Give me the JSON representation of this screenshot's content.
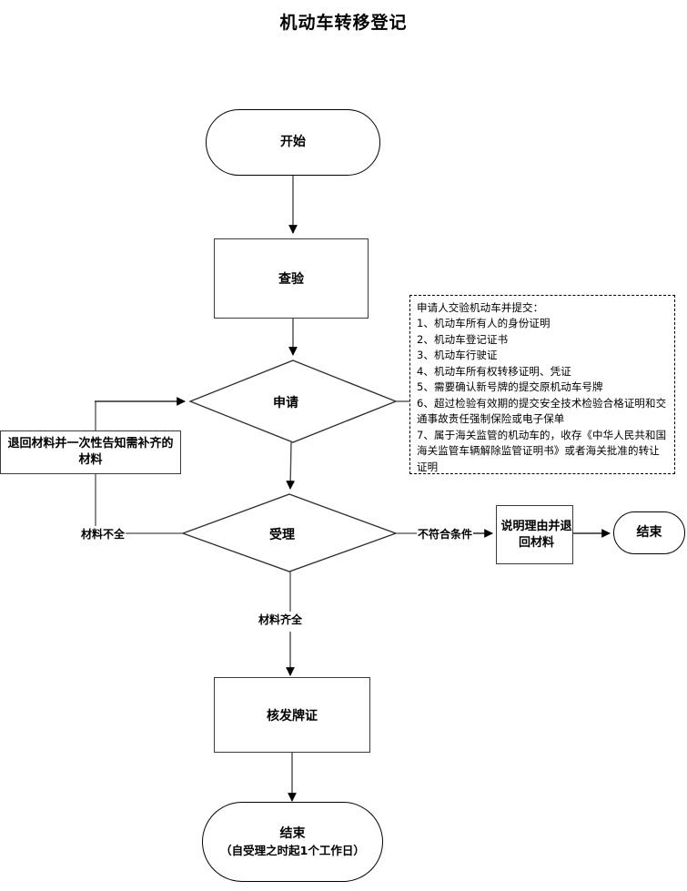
{
  "title": "机动车转移登记",
  "nodes": {
    "start": {
      "label": "开始",
      "shape": "terminator"
    },
    "inspect": {
      "label": "查验",
      "shape": "process"
    },
    "apply": {
      "label": "申请",
      "shape": "decision"
    },
    "accept": {
      "label": "受理",
      "shape": "decision"
    },
    "return_materials": {
      "label": "退回材料并一次性告知需补齐的材料",
      "shape": "process"
    },
    "explain_return": {
      "label": "说明理由并退回材料",
      "shape": "process"
    },
    "issue_plate": {
      "label": "核发牌证",
      "shape": "process"
    },
    "end_right": {
      "label": "结束",
      "shape": "terminator"
    },
    "end_bottom": {
      "label": "结束",
      "sublabel": "（自受理之时起1个工作日）",
      "shape": "terminator"
    }
  },
  "edge_labels": {
    "incomplete": "材料不全",
    "not_qualified": "不符合条件",
    "complete": "材料齐全"
  },
  "note": {
    "heading": "申请人交验机动车并提交：",
    "items": [
      "1、机动车所有人的身份证明",
      "2、机动车登记证书",
      "3、机动车行驶证",
      "4、机动车所有权转移证明、凭证",
      "5、需要确认新号牌的提交原机动车号牌",
      "6、超过检验有效期的提交安全技术检验合格证明和交通事故责任强制保险或电子保单",
      "7、属于海关监管的机动车的，收存《中华人民共和国海关监管车辆解除监管证明书》或者海关批准的转让证明"
    ],
    "full_text": "申请人交验机动车并提交：\n1、机动车所有人的身份证明\n2、机动车登记证书\n3、机动车行驶证\n4、机动车所有权转移证明、凭证\n5、需要确认新号牌的提交原机动车号牌\n6、超过检验有效期的提交安全技术检验合格证明和交通事故责任强制保险或电子保单\n7、属于海关监管的机动车的，收存《中华人民共和国海关监管车辆解除监管证明书》或者海关批准的转让证明"
  },
  "colors": {
    "stroke": "#000000",
    "process_stroke": "#3a3a3a",
    "background": "#ffffff",
    "text": "#000000"
  }
}
